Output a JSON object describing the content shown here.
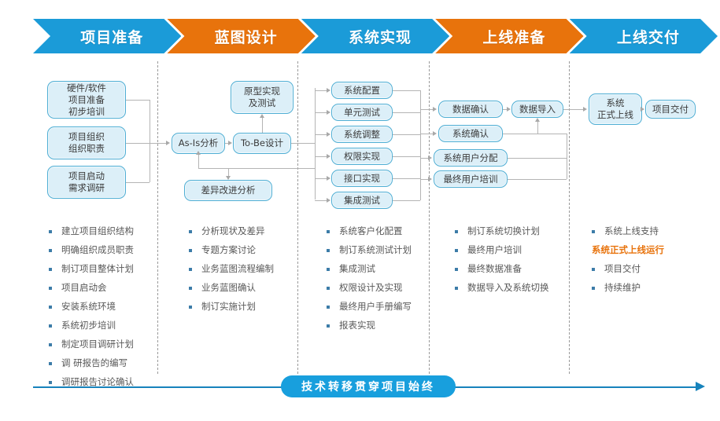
{
  "diagram": {
    "title": "项目实施路线图",
    "colors": {
      "phase_blue": "#1B9BD8",
      "phase_orange": "#E8730C",
      "box_fill": "#DCEFF8",
      "box_border": "#4FAED4",
      "bullet_dot": "#3C7CA8",
      "bullet_text": "#585858",
      "highlight_text": "#E8730C",
      "banner_blue": "#189FDD",
      "banner_line": "#1783BC",
      "separator": "#9a9a9a"
    }
  },
  "phases": [
    {
      "label": "项目准备",
      "color": "blue"
    },
    {
      "label": "蓝图设计",
      "color": "orange"
    },
    {
      "label": "系统实现",
      "color": "blue"
    },
    {
      "label": "上线准备",
      "color": "orange"
    },
    {
      "label": "上线交付",
      "color": "blue"
    }
  ],
  "flow": {
    "col1": [
      {
        "label": "硬件/软件\n项目准备\n初步培训"
      },
      {
        "label": "项目组织\n组织职责"
      },
      {
        "label": "项目启动\n需求调研"
      }
    ],
    "col2": [
      {
        "label": "原型实现\n及测试"
      },
      {
        "label": "As-Is分析"
      },
      {
        "label": "To-Be设计"
      },
      {
        "label": "差异改进分析"
      }
    ],
    "col3": [
      {
        "label": "系统配置"
      },
      {
        "label": "单元测试"
      },
      {
        "label": "系统调整"
      },
      {
        "label": "权限实现"
      },
      {
        "label": "接口实现"
      },
      {
        "label": "集成测试"
      }
    ],
    "col4": [
      {
        "label": "数据确认"
      },
      {
        "label": "系统确认"
      },
      {
        "label": "系统用户分配"
      },
      {
        "label": "最终用户培训"
      },
      {
        "label": "数据导入"
      }
    ],
    "col5": [
      {
        "label": "系统\n正式上线"
      },
      {
        "label": "项目交付"
      }
    ]
  },
  "tasks": {
    "col1": [
      {
        "text": "建立项目组织结构",
        "highlight": false
      },
      {
        "text": "明确组织成员职责",
        "highlight": false
      },
      {
        "text": "制订项目整体计划",
        "highlight": false
      },
      {
        "text": "项目启动会",
        "highlight": false
      },
      {
        "text": "安装系统环境",
        "highlight": false
      },
      {
        "text": "系统初步培训",
        "highlight": false
      },
      {
        "text": "制定项目调研计划",
        "highlight": false
      },
      {
        "text": "调 研报告的编写",
        "highlight": false
      },
      {
        "text": "调研报告讨论确认",
        "highlight": false
      }
    ],
    "col2": [
      {
        "text": "分析现状及差异",
        "highlight": false
      },
      {
        "text": "专题方案讨论",
        "highlight": false
      },
      {
        "text": "业务蓝图流程编制",
        "highlight": false
      },
      {
        "text": "业务蓝图确认",
        "highlight": false
      },
      {
        "text": "制订实施计划",
        "highlight": false
      }
    ],
    "col3": [
      {
        "text": "系统客户化配置",
        "highlight": false
      },
      {
        "text": "制订系统测试计划",
        "highlight": false
      },
      {
        "text": "集成测试",
        "highlight": false
      },
      {
        "text": "权限设计及实现",
        "highlight": false
      },
      {
        "text": "最终用户手册编写",
        "highlight": false
      },
      {
        "text": "报表实现",
        "highlight": false
      }
    ],
    "col4": [
      {
        "text": "制订系统切换计划",
        "highlight": false
      },
      {
        "text": "最终用户培训",
        "highlight": false
      },
      {
        "text": "最终数据准备",
        "highlight": false
      },
      {
        "text": "数据导入及系统切换",
        "highlight": false
      }
    ],
    "col5": [
      {
        "text": "系统上线支持",
        "highlight": false
      },
      {
        "text": "系统正式上线运行",
        "highlight": true
      },
      {
        "text": "项目交付",
        "highlight": false
      },
      {
        "text": "持续维护",
        "highlight": false
      }
    ]
  },
  "banner": {
    "text": "技术转移贯穿项目始终"
  }
}
